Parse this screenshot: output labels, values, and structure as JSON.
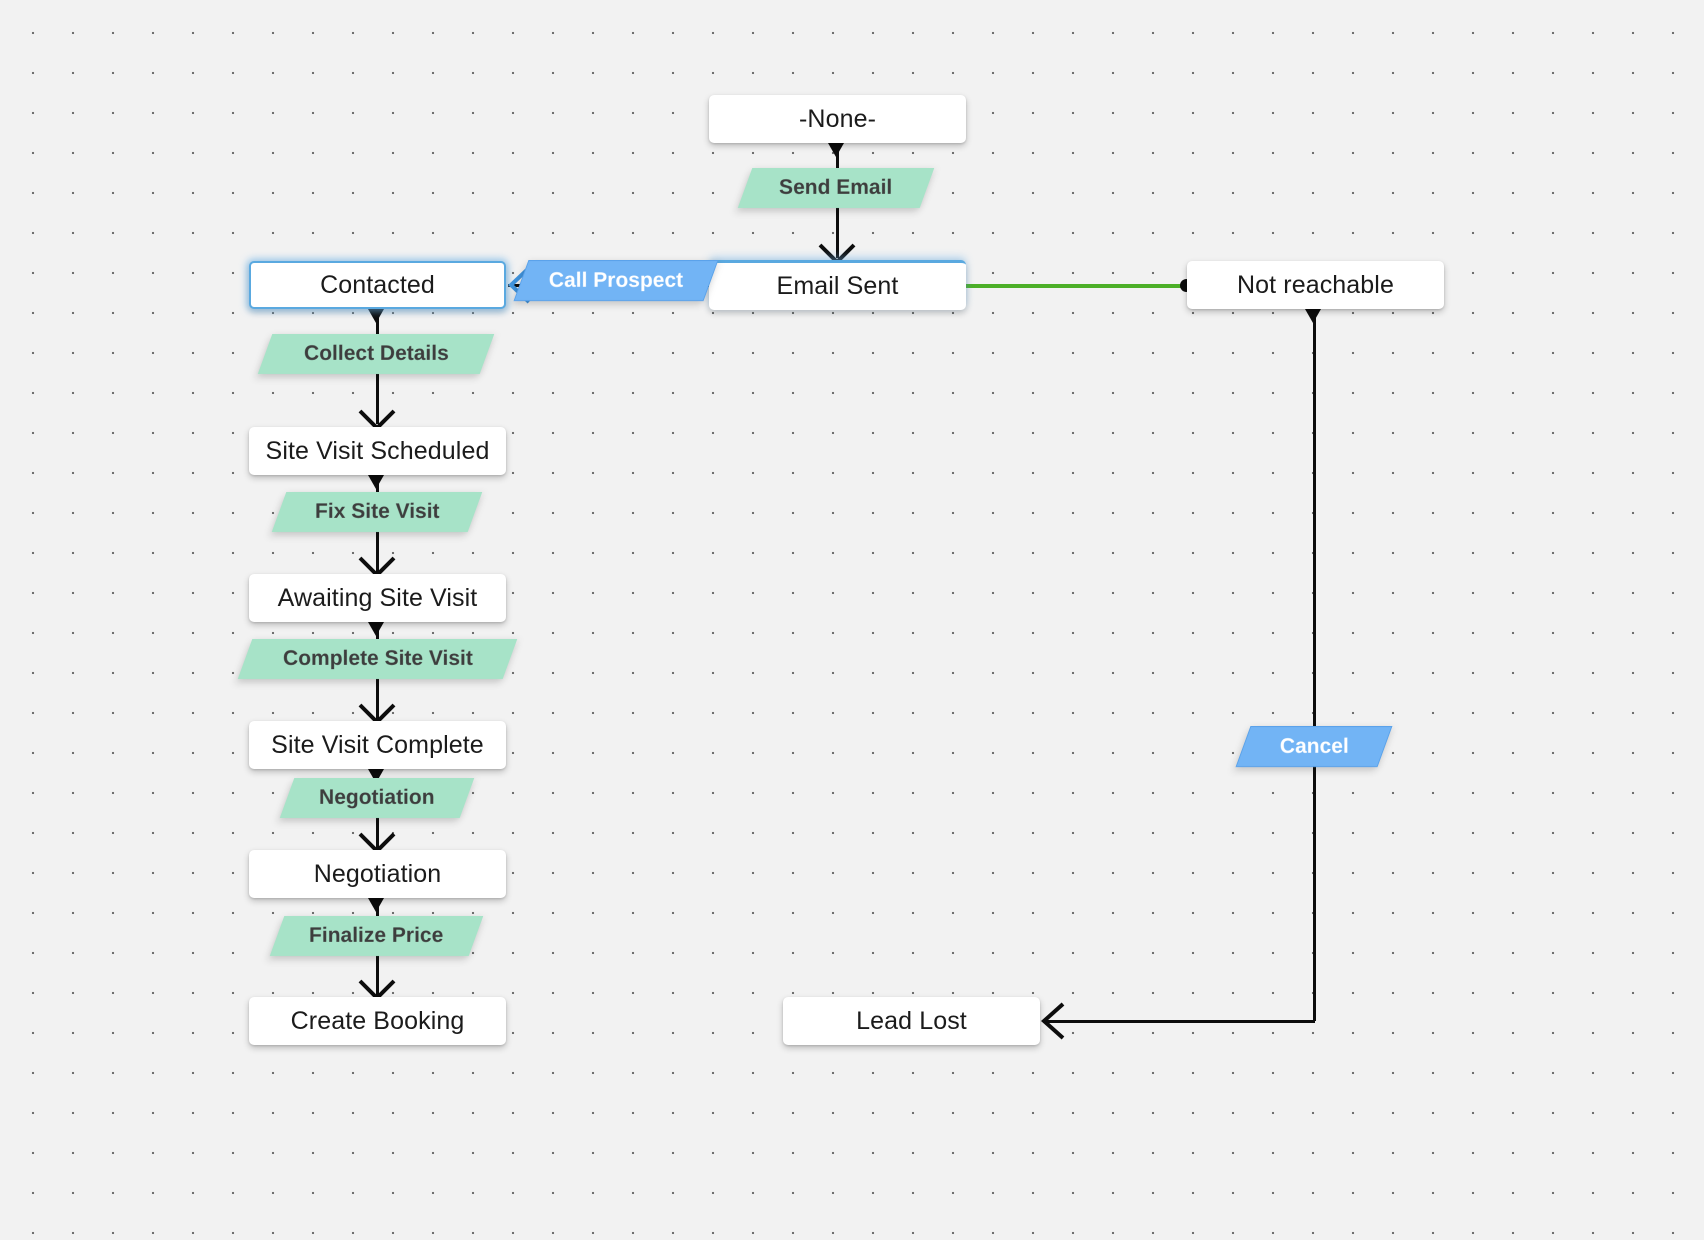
{
  "canvas": {
    "background_color": "#f2f2f2",
    "grid": "dot-grid",
    "grid_dot_color": "#6f6f6f"
  },
  "palette": {
    "node_fill": "#ffffff",
    "node_text": "#1b1b1b",
    "transition_green_fill": "#a7e3c8",
    "transition_green_text": "#3d3d3d",
    "transition_blue_fill": "#72b4f5",
    "transition_blue_text": "#ffffff",
    "connector_black": "#0d0d0d",
    "connector_green": "#4caf28",
    "selection_blue": "#5aa9e0"
  },
  "diagram": {
    "type": "state-workflow",
    "nodes": [
      {
        "id": "none",
        "label": "-None-",
        "selected": false
      },
      {
        "id": "email_sent",
        "label": "Email Sent",
        "selected": "top"
      },
      {
        "id": "contacted",
        "label": "Contacted",
        "selected": true
      },
      {
        "id": "not_reachable",
        "label": "Not reachable",
        "selected": false
      },
      {
        "id": "site_visit_sched",
        "label": "Site Visit Scheduled",
        "selected": false
      },
      {
        "id": "awaiting_visit",
        "label": "Awaiting Site Visit",
        "selected": false
      },
      {
        "id": "visit_complete",
        "label": "Site Visit Complete",
        "selected": false
      },
      {
        "id": "negotiation",
        "label": "Negotiation",
        "selected": false
      },
      {
        "id": "create_booking",
        "label": "Create Booking",
        "selected": false
      },
      {
        "id": "lead_lost",
        "label": "Lead Lost",
        "selected": false
      }
    ],
    "transitions": [
      {
        "id": "send_email",
        "label": "Send Email",
        "style": "green",
        "from": "none",
        "to": "email_sent"
      },
      {
        "id": "call_prospect",
        "label": "Call Prospect",
        "style": "blue",
        "from": "email_sent",
        "to": "contacted"
      },
      {
        "id": "collect_details",
        "label": "Collect Details",
        "style": "green",
        "from": "contacted",
        "to": "site_visit_sched"
      },
      {
        "id": "fix_site_visit",
        "label": "Fix Site Visit",
        "style": "green",
        "from": "site_visit_sched",
        "to": "awaiting_visit"
      },
      {
        "id": "complete_visit",
        "label": "Complete Site Visit",
        "style": "green",
        "from": "awaiting_visit",
        "to": "visit_complete"
      },
      {
        "id": "negotiation_t",
        "label": "Negotiation",
        "style": "green",
        "from": "visit_complete",
        "to": "negotiation"
      },
      {
        "id": "finalize_price",
        "label": "Finalize Price",
        "style": "green",
        "from": "negotiation",
        "to": "create_booking"
      },
      {
        "id": "cancel",
        "label": "Cancel",
        "style": "blue",
        "from": "not_reachable",
        "to": "lead_lost"
      }
    ],
    "connectors": [
      {
        "from": "email_sent",
        "to": "not_reachable",
        "color": "green",
        "endpoint": "dot"
      }
    ]
  }
}
